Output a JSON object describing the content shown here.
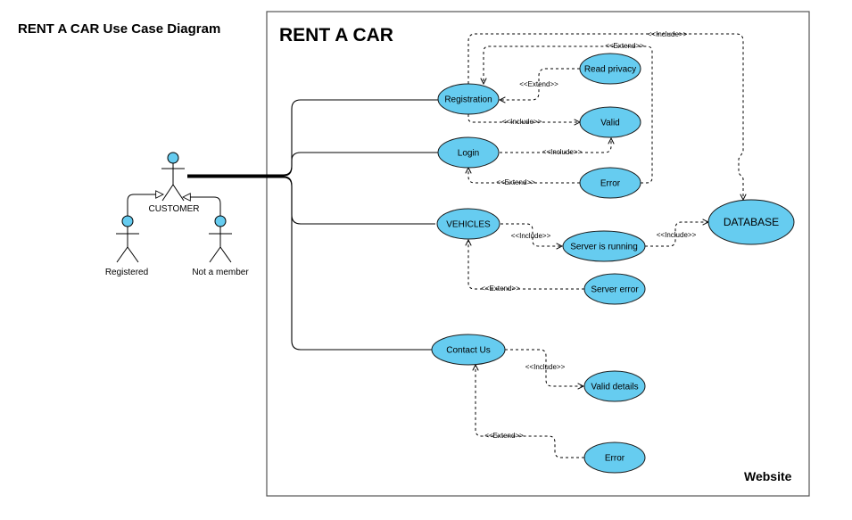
{
  "diagram": {
    "title": "RENT A CAR Use Case Diagram",
    "system": {
      "name": "RENT A CAR",
      "caption": "Website"
    },
    "actors": {
      "customer": "CUSTOMER",
      "registered": "Registered",
      "not_member": "Not a member"
    },
    "use_cases": {
      "registration": "Registration",
      "read_privacy": "Read privacy",
      "valid": "Valid",
      "login": "Login",
      "error_login": "Error",
      "vehicles": "VEHICLES",
      "server_running": "Server is running",
      "database": "DATABASE",
      "server_error": "Server error",
      "contact_us": "Contact Us",
      "valid_details": "Valid details",
      "error_contact": "Error"
    },
    "stereotypes": {
      "include": "<<Include>>",
      "extend": "<<Extend>>"
    },
    "colors": {
      "use_case_fill": "#66ccf0",
      "actor_head_fill": "#66ccf0"
    }
  }
}
